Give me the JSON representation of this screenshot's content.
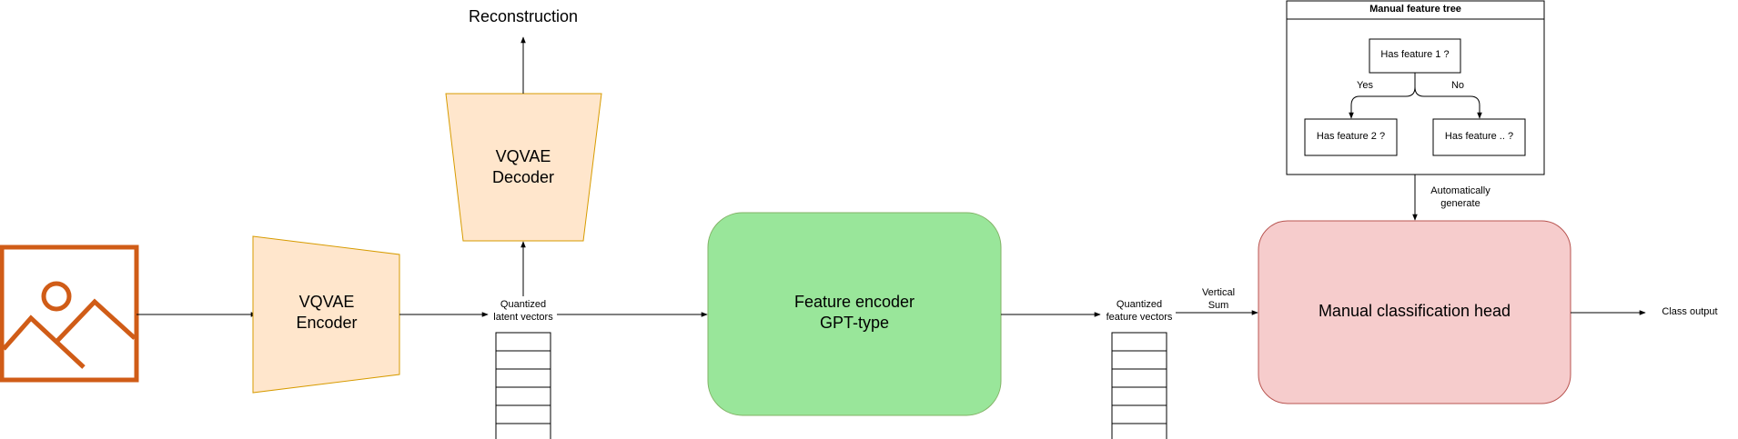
{
  "reconstruction_label": "Reconstruction",
  "encoder": {
    "line1": "VQVAE",
    "line2": "Encoder"
  },
  "decoder": {
    "line1": "VQVAE",
    "line2": "Decoder"
  },
  "quantized_latent": {
    "line1": "Quantized",
    "line2": "latent vectors"
  },
  "feature_encoder": {
    "line1": "Feature encoder",
    "line2": "GPT-type"
  },
  "quantized_features": {
    "line1": "Quantized",
    "line2": "feature vectors"
  },
  "vertical_sum": {
    "line1": "Vertical",
    "line2": "Sum"
  },
  "classification_head": "Manual classification head",
  "class_output": "Class output",
  "auto_generate": {
    "line1": "Automatically",
    "line2": "generate"
  },
  "feature_tree": {
    "title": "Manual feature tree",
    "root": "Has feature 1 ?",
    "yes": "Yes",
    "no": "No",
    "left_child": "Has feature 2 ?",
    "right_child": "Has feature .. ?"
  },
  "colors": {
    "image_icon": "#D05C17",
    "vqvae_fill": "#FFE6CC",
    "vqvae_stroke": "#D79B00",
    "gpt_fill": "#99E69A",
    "gpt_stroke": "#82B366",
    "head_fill": "#F6CCCC",
    "head_stroke": "#B85450"
  },
  "icons": [
    "image-icon"
  ]
}
